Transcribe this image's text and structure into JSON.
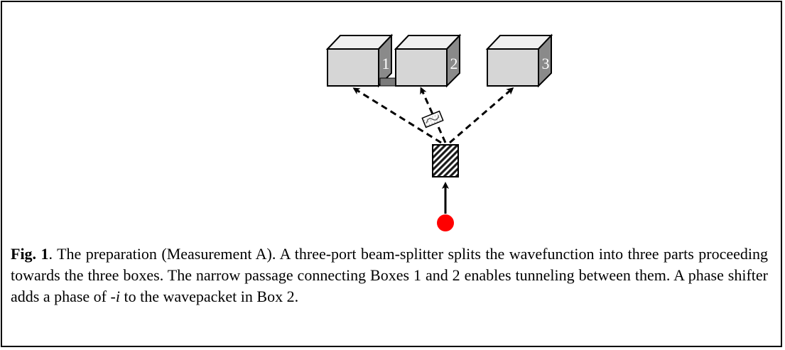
{
  "figure": {
    "box_labels": [
      "1",
      "2",
      "3"
    ],
    "colors": {
      "box_front": "#d6d6d6",
      "box_top": "#f0f0f0",
      "box_side": "#8a8a8a",
      "passage": "#7a7a7a",
      "particle": "#ff0000",
      "label": "#ffffff"
    }
  },
  "caption": {
    "fig_label": "Fig. 1",
    "text_1": ". The preparation (Measurement A). A three-port beam-splitter splits the wavefunction into three parts proceeding towards the three boxes. The narrow passage connecting Boxes 1 and 2 enables tunneling between them. A phase shifter adds a phase of ",
    "phase": "-i",
    "text_2": " to the wavepacket in Box 2."
  }
}
